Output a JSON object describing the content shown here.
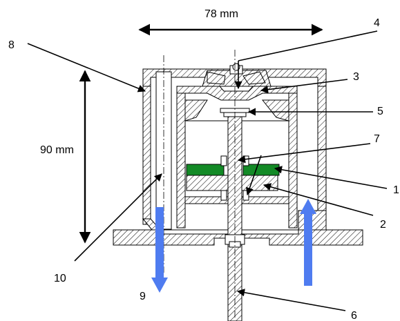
{
  "dimensions": {
    "width_label": "78 mm",
    "height_label": "90 mm"
  },
  "labels": {
    "l1": "1",
    "l2": "2",
    "l3": "3",
    "l4": "4",
    "l5": "5",
    "l6": "6",
    "l7": "7",
    "l8": "8",
    "l9": "9",
    "l10": "10"
  },
  "colors": {
    "sample_green": "#138a26",
    "flow_arrow_blue": "#4f7cf0",
    "line": "#000000"
  }
}
